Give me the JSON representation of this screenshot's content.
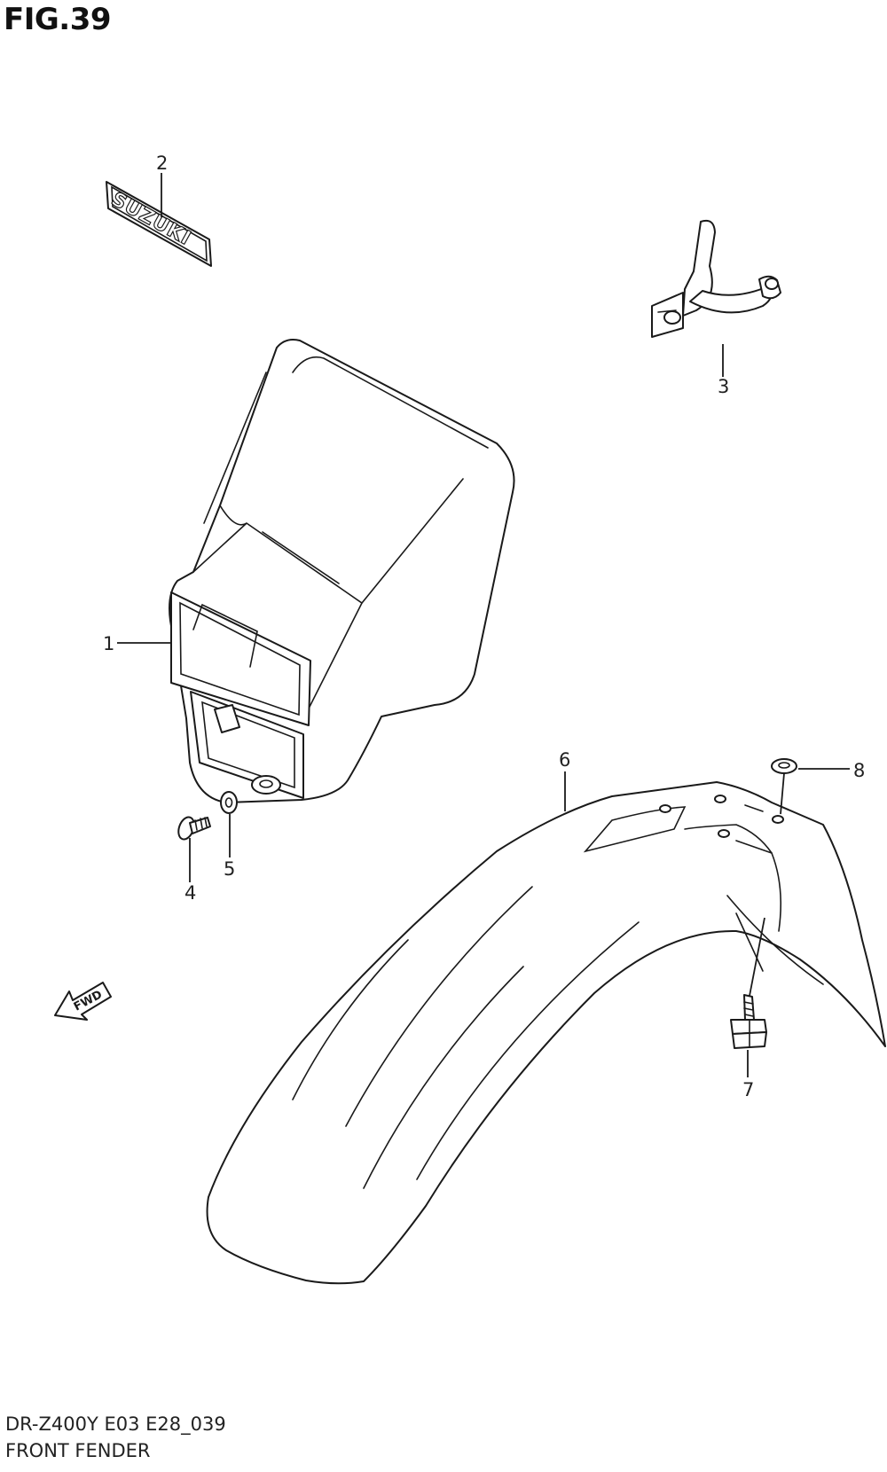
{
  "figure": {
    "title": "FIG.39"
  },
  "footer": {
    "code": "DR-Z400Y E03 E28_039",
    "name": "FRONT FENDER"
  },
  "decal": {
    "text": "SUZUKI"
  },
  "fwd_arrow": {
    "text": "FWD"
  },
  "callouts": [
    {
      "id": "1",
      "label": "1"
    },
    {
      "id": "2",
      "label": "2"
    },
    {
      "id": "3",
      "label": "3"
    },
    {
      "id": "4",
      "label": "4"
    },
    {
      "id": "5",
      "label": "5"
    },
    {
      "id": "6",
      "label": "6"
    },
    {
      "id": "7",
      "label": "7"
    },
    {
      "id": "8",
      "label": "8"
    }
  ]
}
